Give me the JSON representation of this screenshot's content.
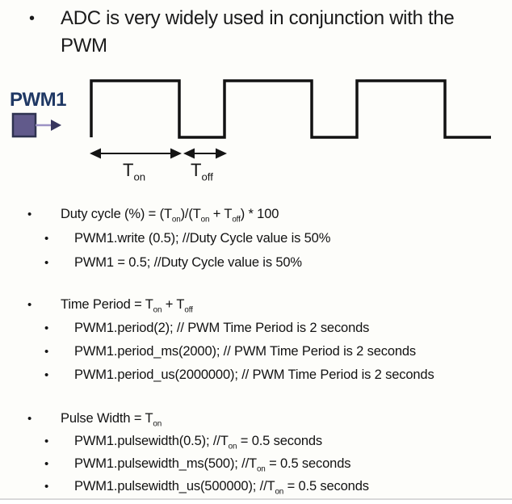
{
  "colors": {
    "text": "#1b1b1b",
    "navy": "#1f3864",
    "square_fill": "#615a8b",
    "square_border": "#2f3350",
    "arrow_line": "#9c92c4",
    "arrow_head": "#37365e",
    "waveform": "#121212",
    "divider": "#d9d9d9",
    "bg": "#fdfdfa"
  },
  "bullet_char": "•",
  "title": {
    "text": "ADC is very widely used in conjunction with the PWM"
  },
  "diagram": {
    "signal_label": "PWM1",
    "t_on_label": [
      {
        "t": "T"
      },
      {
        "t": "on",
        "sub": true
      }
    ],
    "t_off_label": [
      {
        "t": "T"
      },
      {
        "t": "off",
        "sub": true
      }
    ]
  },
  "sections": [
    {
      "heading": [
        {
          "t": "Duty cycle (%) = (T"
        },
        {
          "t": "on",
          "sub": true
        },
        {
          "t": ")/(T"
        },
        {
          "t": "on",
          "sub": true
        },
        {
          "t": " + T"
        },
        {
          "t": "off",
          "sub": true
        },
        {
          "t": ") * 100"
        }
      ],
      "items": [
        [
          {
            "t": "PWM1.write (0.5); //Duty Cycle value is 50%"
          }
        ],
        [
          {
            "t": "PWM1 = 0.5; //Duty Cycle value is 50%"
          }
        ]
      ]
    },
    {
      "heading": [
        {
          "t": "Time Period = T"
        },
        {
          "t": "on",
          "sub": true
        },
        {
          "t": " + T"
        },
        {
          "t": "off",
          "sub": true
        }
      ],
      "items": [
        [
          {
            "t": "PWM1.period(2); // PWM Time Period is 2 seconds"
          }
        ],
        [
          {
            "t": "PWM1.period_ms(2000); // PWM Time Period is 2 seconds"
          }
        ],
        [
          {
            "t": "PWM1.period_us(2000000); // PWM Time Period is 2 seconds"
          }
        ]
      ]
    },
    {
      "heading": [
        {
          "t": "Pulse Width = T"
        },
        {
          "t": "on",
          "sub": true
        }
      ],
      "items": [
        [
          {
            "t": "PWM1.pulsewidth(0.5); //T"
          },
          {
            "t": "on",
            "sub": true
          },
          {
            "t": " = 0.5 seconds"
          }
        ],
        [
          {
            "t": "PWM1.pulsewidth_ms(500); //T"
          },
          {
            "t": "on",
            "sub": true
          },
          {
            "t": " = 0.5 seconds"
          }
        ],
        [
          {
            "t": "PWM1.pulsewidth_us(500000); //T"
          },
          {
            "t": "on",
            "sub": true
          },
          {
            "t": " = 0.5 seconds"
          }
        ]
      ]
    }
  ]
}
